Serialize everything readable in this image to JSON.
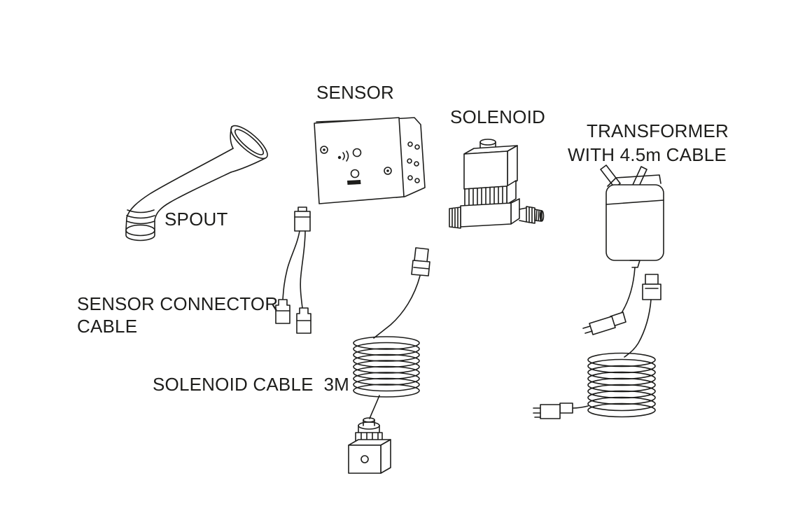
{
  "page": {
    "background_color": "#ffffff",
    "ink_color": "#1d1d1b"
  },
  "diagram": {
    "kind": "parts-identification-line-diagram",
    "subject": "sensor tap component kit",
    "labels": {
      "sensor": "SENSOR",
      "solenoid": "SOLENOID",
      "transformer_line1": "TRANSFORMER",
      "transformer_line2": "WITH 4.5m CABLE",
      "spout": "SPOUT",
      "sensor_connector_cable_line1": "SENSOR CONNECTOR",
      "sensor_connector_cable_line2": "CABLE",
      "solenoid_cable": "SOLENOID CABLE  3M"
    },
    "parts": [
      {
        "id": "spout",
        "label": "SPOUT"
      },
      {
        "id": "sensor",
        "label": "SENSOR"
      },
      {
        "id": "solenoid",
        "label": "SOLENOID"
      },
      {
        "id": "transformer",
        "label": "TRANSFORMER WITH 4.5m CABLE"
      },
      {
        "id": "sensor-connector-cable",
        "label": "SENSOR CONNECTOR CABLE"
      },
      {
        "id": "solenoid-cable",
        "label": "SOLENOID CABLE  3M"
      }
    ]
  }
}
